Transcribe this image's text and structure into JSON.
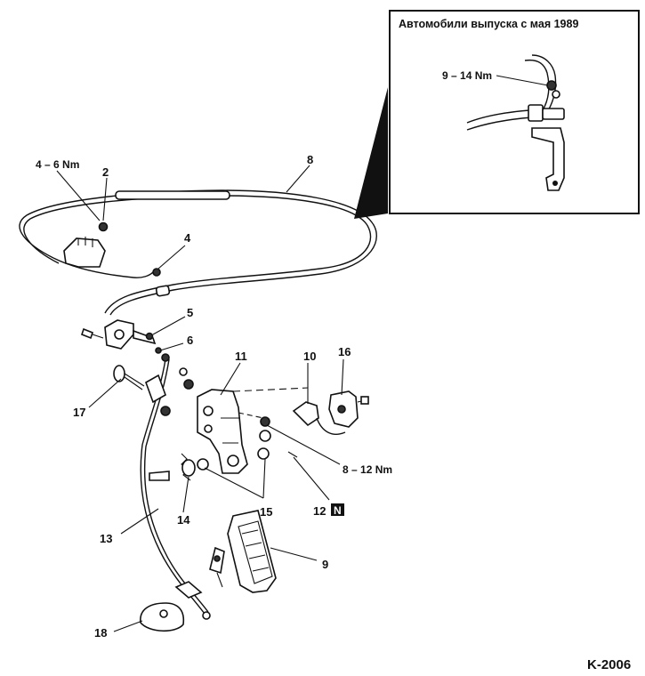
{
  "inset": {
    "title": "Автомобили выпуска с мая 1989",
    "torque": "9 – 14 Nm"
  },
  "callouts": {
    "c2": "2",
    "c4": "4",
    "c5": "5",
    "c6": "6",
    "c8": "8",
    "c9": "9",
    "c10": "10",
    "c11": "11",
    "c12": "12",
    "c12_badge": "N",
    "c13": "13",
    "c14": "14",
    "c15": "15",
    "c16": "16",
    "c17": "17",
    "c18": "18"
  },
  "torques": {
    "t_4_6": "4 – 6 Nm",
    "t_8_12": "8 – 12 Nm"
  },
  "figure_code": "K-2006"
}
